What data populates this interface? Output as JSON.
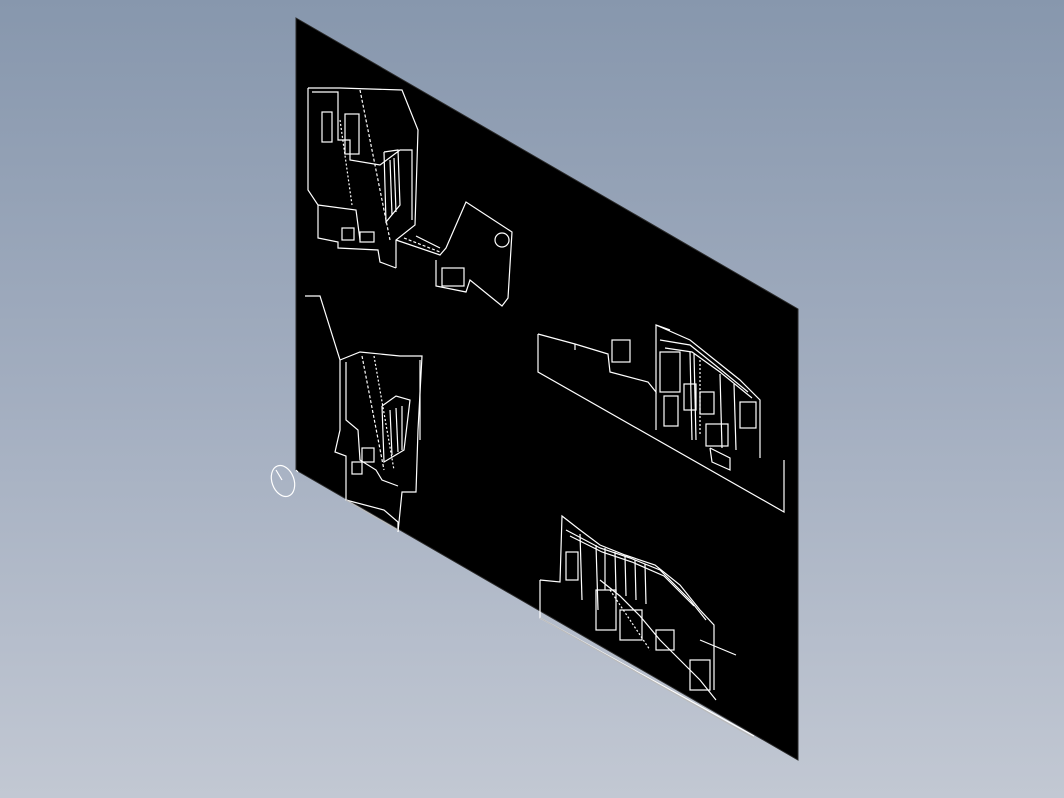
{
  "viewport": {
    "background_top": "#8797ad",
    "background_bottom": "#c2c8d3"
  },
  "sheet": {
    "fill": "#000000",
    "line_color": "#ffffff"
  },
  "drawings": [
    {
      "name": "floor-plan-upper"
    },
    {
      "name": "floor-plan-lower"
    },
    {
      "name": "section-right"
    },
    {
      "name": "section-bottom"
    }
  ],
  "ucs_icon": {
    "icon": "ucs-icon"
  }
}
